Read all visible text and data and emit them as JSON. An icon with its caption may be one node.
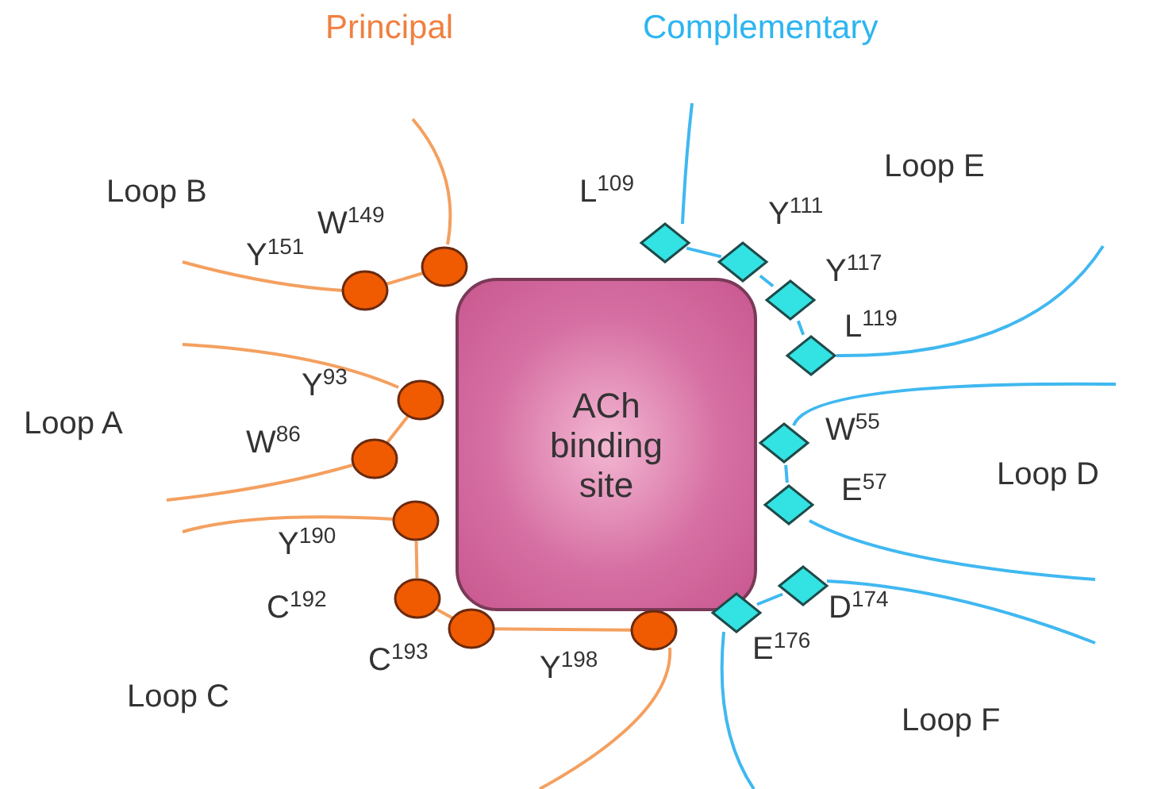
{
  "diagram": {
    "nodes": [
      {
        "text": [
          "ACh binding site"
        ]
      },
      {
        "text": [],
        "shape": "circle",
        "beside": [
          "W$^{149}$"
        ]
      },
      {
        "text": [],
        "shape": "circle",
        "beside": [
          "Y$^{151}$"
        ]
      },
      {
        "text": [],
        "shape": "circle",
        "beside": [
          "Y$^{93}$"
        ]
      },
      {
        "text": [],
        "shape": "circle",
        "beside": [
          "W$^{86}$"
        ]
      },
      {
        "text": [],
        "shape": "circle",
        "beside": [
          "Y$^{190}$"
        ]
      },
      {
        "text": [],
        "shape": "circle",
        "beside": [
          "C$^{192}$"
        ]
      },
      {
        "text": [],
        "shape": "circle",
        "beside": [
          "C$^{193}$"
        ]
      },
      {
        "text": [],
        "shape": "circle",
        "beside": [
          "Y$^{198}$"
        ]
      },
      {
        "text": [],
        "shape": "diamond",
        "beside": [
          "L$^{109}$"
        ]
      },
      {
        "text": [],
        "shape": "diamond",
        "beside": [
          "Y$^{111}$"
        ]
      },
      {
        "text": [],
        "shape": "diamond",
        "beside": [
          "Y$^{117}$"
        ]
      },
      {
        "text": [],
        "shape": "diamond",
        "beside": [
          "L$^{119}$"
        ]
      },
      {
        "text": [],
        "shape": "diamond",
        "beside": [
          "W$^{55}$"
        ]
      },
      {
        "text": [],
        "shape": "diamond",
        "beside": [
          "E$^{57}$"
        ]
      },
      {
        "text": [],
        "shape": "diamond",
        "beside": [
          "D$^{174}$"
        ]
      },
      {
        "text": [],
        "shape": "diamond",
        "beside": [
          "E$^{176}$"
        ]
      }
    ],
    "edges": [
      {
        "from": 2,
        "to": 1,
        "arrow": "none",
        "color": "#f4a060"
      },
      {
        "from": 3,
        "to": 4,
        "arrow": "none",
        "color": "#f4a060"
      },
      {
        "from": 5,
        "to": 6,
        "arrow": "none",
        "color": "#f4a060"
      },
      {
        "from": 6,
        "to": 7,
        "arrow": "none",
        "color": "#f4a060"
      },
      {
        "from": 7,
        "to": 8,
        "arrow": "none",
        "color": "#f4a060"
      },
      {
        "from": 9,
        "to": 10,
        "arrow": "none",
        "color": "#40b8f0"
      },
      {
        "from": 10,
        "to": 11,
        "arrow": "none",
        "color": "#40b8f0"
      },
      {
        "from": 11,
        "to": 12,
        "arrow": "none",
        "color": "#40b8f0"
      },
      {
        "from": 13,
        "to": 14,
        "arrow": "none",
        "color": "#40b8f0"
      },
      {
        "from": 16,
        "to": 15,
        "arrow": "none",
        "color": "#40b8f0"
      }
    ],
    "labels": [
      "Principal",
      "Complementary",
      "Loop B",
      "Loop E",
      "Loop A",
      "Loop D",
      "Loop C",
      "Loop F"
    ]
  }
}
